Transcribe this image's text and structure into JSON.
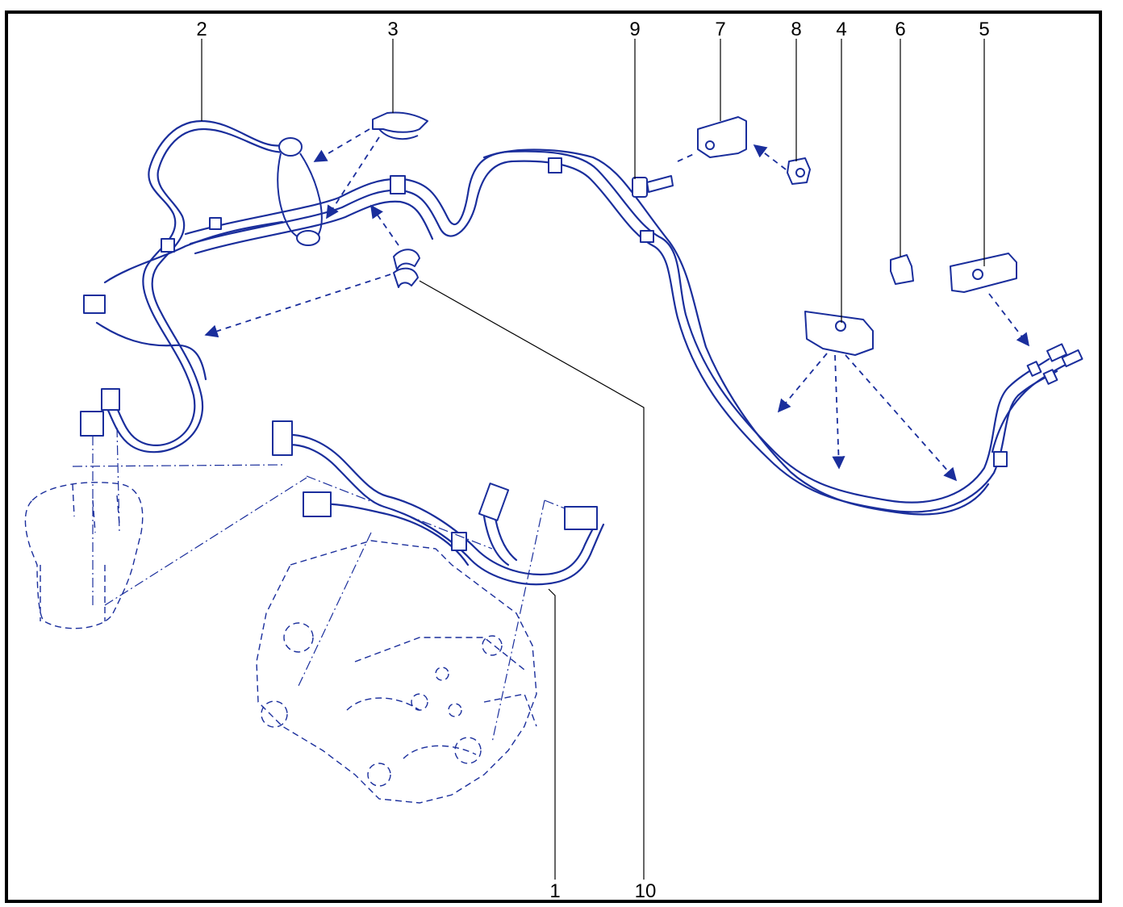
{
  "callouts": [
    {
      "id": "c1",
      "label": "1"
    },
    {
      "id": "c2",
      "label": "2"
    },
    {
      "id": "c3",
      "label": "3"
    },
    {
      "id": "c4",
      "label": "4"
    },
    {
      "id": "c5",
      "label": "5"
    },
    {
      "id": "c6",
      "label": "6"
    },
    {
      "id": "c7",
      "label": "7"
    },
    {
      "id": "c8",
      "label": "8"
    },
    {
      "id": "c9",
      "label": "9"
    },
    {
      "id": "c10",
      "label": "10"
    }
  ],
  "colors": {
    "line": "#1a2e9c",
    "frame": "#000000",
    "background": "#ffffff"
  }
}
